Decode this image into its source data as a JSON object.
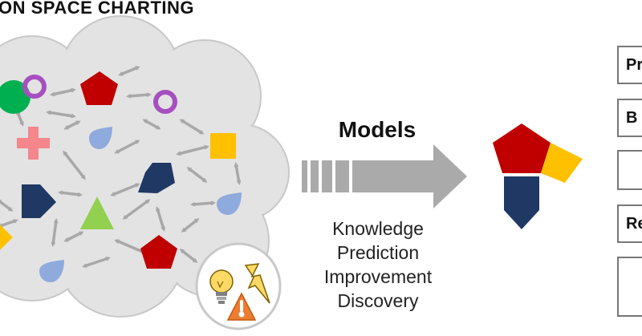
{
  "header": {
    "title": "ON SPACE CHARTING"
  },
  "process": {
    "arrow_label": "Models",
    "outcomes": [
      "Knowledge",
      "Prediction",
      "Improvement",
      "Discovery"
    ]
  },
  "side_panel": {
    "boxes": [
      "Pr",
      "B",
      "",
      "Re",
      ""
    ]
  },
  "colors": {
    "cloud": "#e3e3e3",
    "connector": "#a8a8a8",
    "red": "#c00000",
    "navy": "#203864",
    "yellow": "#ffc000",
    "green": "#00b050",
    "purple": "#a64fc0",
    "light_blue": "#8faadc",
    "lime": "#92d050",
    "pink": "#f4868c",
    "orange": "#ed7d31"
  },
  "icons": [
    "lightbulb-icon",
    "lightning-icon",
    "warning-thermometer-icon"
  ]
}
